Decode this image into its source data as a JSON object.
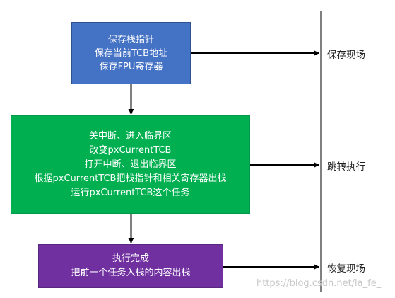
{
  "steps": [
    {
      "lines": [
        "保存栈指针",
        "保存当前TCB地址",
        "保存FPU寄存器"
      ],
      "label": "保存现场",
      "color": "#4472c4"
    },
    {
      "lines": [
        "关中断、进入临界区",
        "改变pxCurrentTCB",
        "打开中断、退出临界区",
        "根据pxCurrentTCB把栈指针和相关寄存器出栈",
        "运行pxCurrentTCB这个任务"
      ],
      "label": "跳转执行",
      "color": "#00b050"
    },
    {
      "lines": [
        "执行完成",
        "把前一个任务入栈的内容出栈"
      ],
      "label": "恢复现场",
      "color": "#7030a0"
    }
  ],
  "watermark": "https://blog.csdn.net/la_fe_"
}
